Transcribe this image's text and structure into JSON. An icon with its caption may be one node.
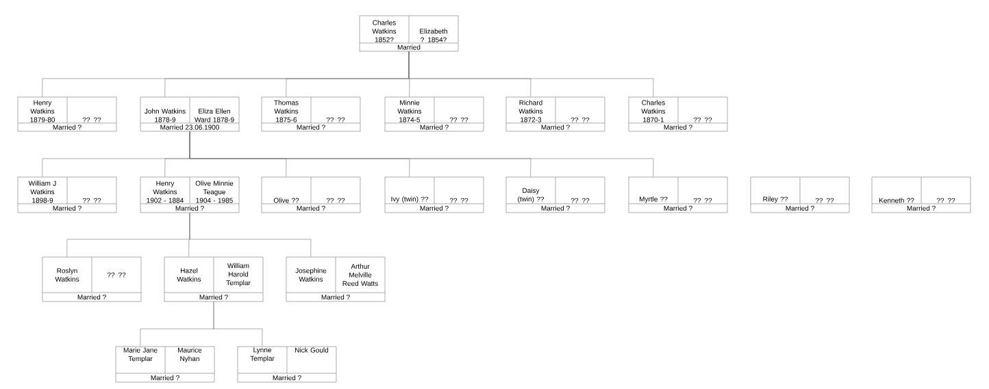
{
  "diagram": {
    "nodes": [
      {
        "text": [
          "Charles Watkins 1852?",
          "Elizabeth ? 1854?",
          "Married"
        ]
      },
      {
        "text": [
          "Henry Watkins 1879-80",
          "?? ??",
          "Married ?"
        ]
      },
      {
        "text": [
          "John Watkins 1878-9",
          "Eliza Ellen Ward 1878-9",
          "Married 23.06.1900"
        ]
      },
      {
        "text": [
          "Thomas Watkins 1875-6",
          "?? ??",
          "Married ?"
        ]
      },
      {
        "text": [
          "Minnie Watkins 1874-5",
          "?? ??",
          "Married ?"
        ]
      },
      {
        "text": [
          "Richard Watkins 1872-3",
          "?? ??",
          "Married ?"
        ]
      },
      {
        "text": [
          "Charles Watkins 1870-1",
          "?? ??",
          "Married ?"
        ]
      },
      {
        "text": [
          "William J Watkins 1898-9",
          "?? ??",
          "Married ?"
        ]
      },
      {
        "text": [
          "Henry Watkins 1902 - 1884",
          "Olive Minnie Teague 1904 - 1985",
          "Married ?"
        ]
      },
      {
        "text": [
          "Olive ??",
          "?? ??",
          "Married ?"
        ]
      },
      {
        "text": [
          "Ivy (twin) ??",
          "?? ??",
          "Married ?"
        ]
      },
      {
        "text": [
          "Daisy (twin) ??",
          "?? ??",
          "Married ?"
        ]
      },
      {
        "text": [
          "Myrtle ??",
          "?? ??",
          "Married ?"
        ]
      },
      {
        "text": [
          "Riley ??",
          "?? ??",
          "Married ?"
        ]
      },
      {
        "text": [
          "Kenneth ??",
          "?? ??",
          "Married ?"
        ]
      },
      {
        "text": [
          "Roslyn Watkins",
          "?? ??",
          "Married ?"
        ]
      },
      {
        "text": [
          "Hazel Watkins",
          "William Harold Templar",
          "Married ?"
        ]
      },
      {
        "text": [
          "Josephine Watkins",
          "Arthur Melville Reed Watts",
          "Married ?"
        ]
      },
      {
        "text": [
          "Marie Jane Templar",
          "Maurice Nyhan",
          "Married ?"
        ]
      },
      {
        "text": [
          "Lynne Templar",
          "Nick Gould",
          "Married ?"
        ]
      }
    ],
    "edges": [
      {
        "from": 0,
        "to": 1,
        "arrow": "none"
      },
      {
        "from": 0,
        "to": 2,
        "arrow": "none"
      },
      {
        "from": 0,
        "to": 3,
        "arrow": "none"
      },
      {
        "from": 0,
        "to": 4,
        "arrow": "none"
      },
      {
        "from": 0,
        "to": 5,
        "arrow": "none"
      },
      {
        "from": 0,
        "to": 6,
        "arrow": "none"
      },
      {
        "from": 2,
        "to": 7,
        "arrow": "none"
      },
      {
        "from": 2,
        "to": 8,
        "arrow": "none"
      },
      {
        "from": 2,
        "to": 9,
        "arrow": "none"
      },
      {
        "from": 2,
        "to": 10,
        "arrow": "none"
      },
      {
        "from": 2,
        "to": 11,
        "arrow": "none"
      },
      {
        "from": 2,
        "to": 12,
        "arrow": "none"
      },
      {
        "from": 8,
        "to": 15,
        "arrow": "none"
      },
      {
        "from": 8,
        "to": 16,
        "arrow": "none"
      },
      {
        "from": 8,
        "to": 17,
        "arrow": "none"
      },
      {
        "from": 16,
        "to": 18,
        "arrow": "none"
      },
      {
        "from": 16,
        "to": 19,
        "arrow": "none"
      }
    ]
  }
}
